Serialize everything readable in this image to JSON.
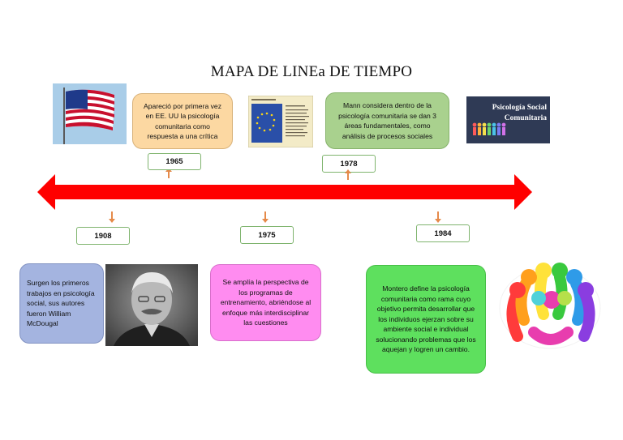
{
  "title": "MAPA DE LINEa DE TIEMPO",
  "events_top": [
    {
      "year": "1965",
      "text": "Apareció por primera vez en EE. UU la psicología comunitaria como respuesta a una crítica"
    },
    {
      "year": "1978",
      "text": "Mann considera dentro de la psicología comunitaria se dan 3 áreas fundamentales, como análisis de procesos sociales"
    }
  ],
  "events_bottom": [
    {
      "year": "1908",
      "text": "Surgen los primeros trabajos en psicología social, sus autores fueron William McDougal"
    },
    {
      "year": "1975",
      "text": "Se amplía la perspectiva de los programas de entrenamiento, abriéndose al enfoque más interdisciplinar las cuestiones"
    },
    {
      "year": "1984",
      "text": "Montero define la psicología comunitaria como rama cuyo objetivo permita desarrollar que los individuos ejerzan sobre su ambiente social e individual solucionando problemas que los aquejan y logren un cambio."
    }
  ],
  "banner": {
    "line1": "Psicología Social",
    "line2": "Comunitaria"
  },
  "colors": {
    "arrow": "#ff0000",
    "orange_box": "#fcd8a2",
    "green_box": "#a9d18e",
    "blue_box": "#a4b4e0",
    "pink_box": "#ff8cf0",
    "bright_green_box": "#5ee05e",
    "year_border": "#7fb46e"
  }
}
